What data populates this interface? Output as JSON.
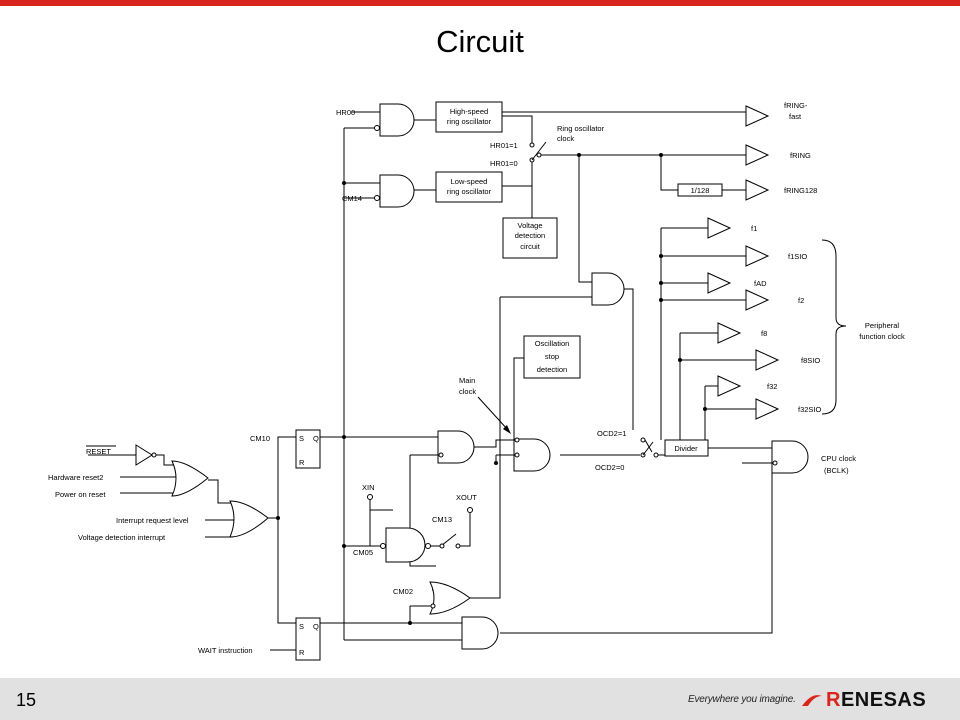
{
  "slide": {
    "title": "Circuit",
    "page_number": "15",
    "tagline": "Everywhere you imagine.",
    "brand_prefix": "R",
    "brand_rest": "ENESAS",
    "colors": {
      "accent": "#d9261c",
      "footer": "#e1e1e1"
    }
  },
  "labels": {
    "hr00": "HR00",
    "cm14": "CM14",
    "hso_1": "High-speed",
    "hso_2": "ring oscillator",
    "lso_1": "Low-speed",
    "lso_2": "ring oscillator",
    "hr01_1": "HR01=1",
    "hr01_0": "HR01=0",
    "ring_osc_1": "Ring oscillator",
    "ring_osc_2": "clock",
    "vd_1": "Voltage",
    "vd_2": "detection",
    "vd_3": "circuit",
    "fring_fast_1": "fRING-",
    "fring_fast_2": "fast",
    "fring": "fRING",
    "div128": "1/128",
    "fring128": "fRING128",
    "f1": "f1",
    "f1sio": "f1SIO",
    "fad": "fAD",
    "f2": "f2",
    "f8": "f8",
    "f8sio": "f8SIO",
    "f32": "f32",
    "f32sio": "f32SIO",
    "periph_1": "Peripheral",
    "periph_2": "function clock",
    "osd_1": "Oscillation",
    "osd_2": "stop",
    "osd_3": "detection",
    "main_1": "Main",
    "main_2": "clock",
    "ocd2_1": "OCD2=1",
    "ocd2_0": "OCD2=0",
    "divider": "Divider",
    "cpu_1": "CPU clock",
    "cpu_2": "(BCLK)",
    "cm10": "CM10",
    "s1": "S",
    "q1": "Q",
    "r1": "R",
    "s2": "S",
    "q2": "Q",
    "r2": "R",
    "reset": "RESET",
    "hw_reset2": "Hardware reset2",
    "power_on": "Power on reset",
    "int_req": "Interrupt request level",
    "vd_int": "Voltage detection interrupt",
    "xin": "XIN",
    "xout": "XOUT",
    "cm13": "CM13",
    "cm05": "CM05",
    "cm02": "CM02",
    "wait": "WAIT instruction"
  }
}
